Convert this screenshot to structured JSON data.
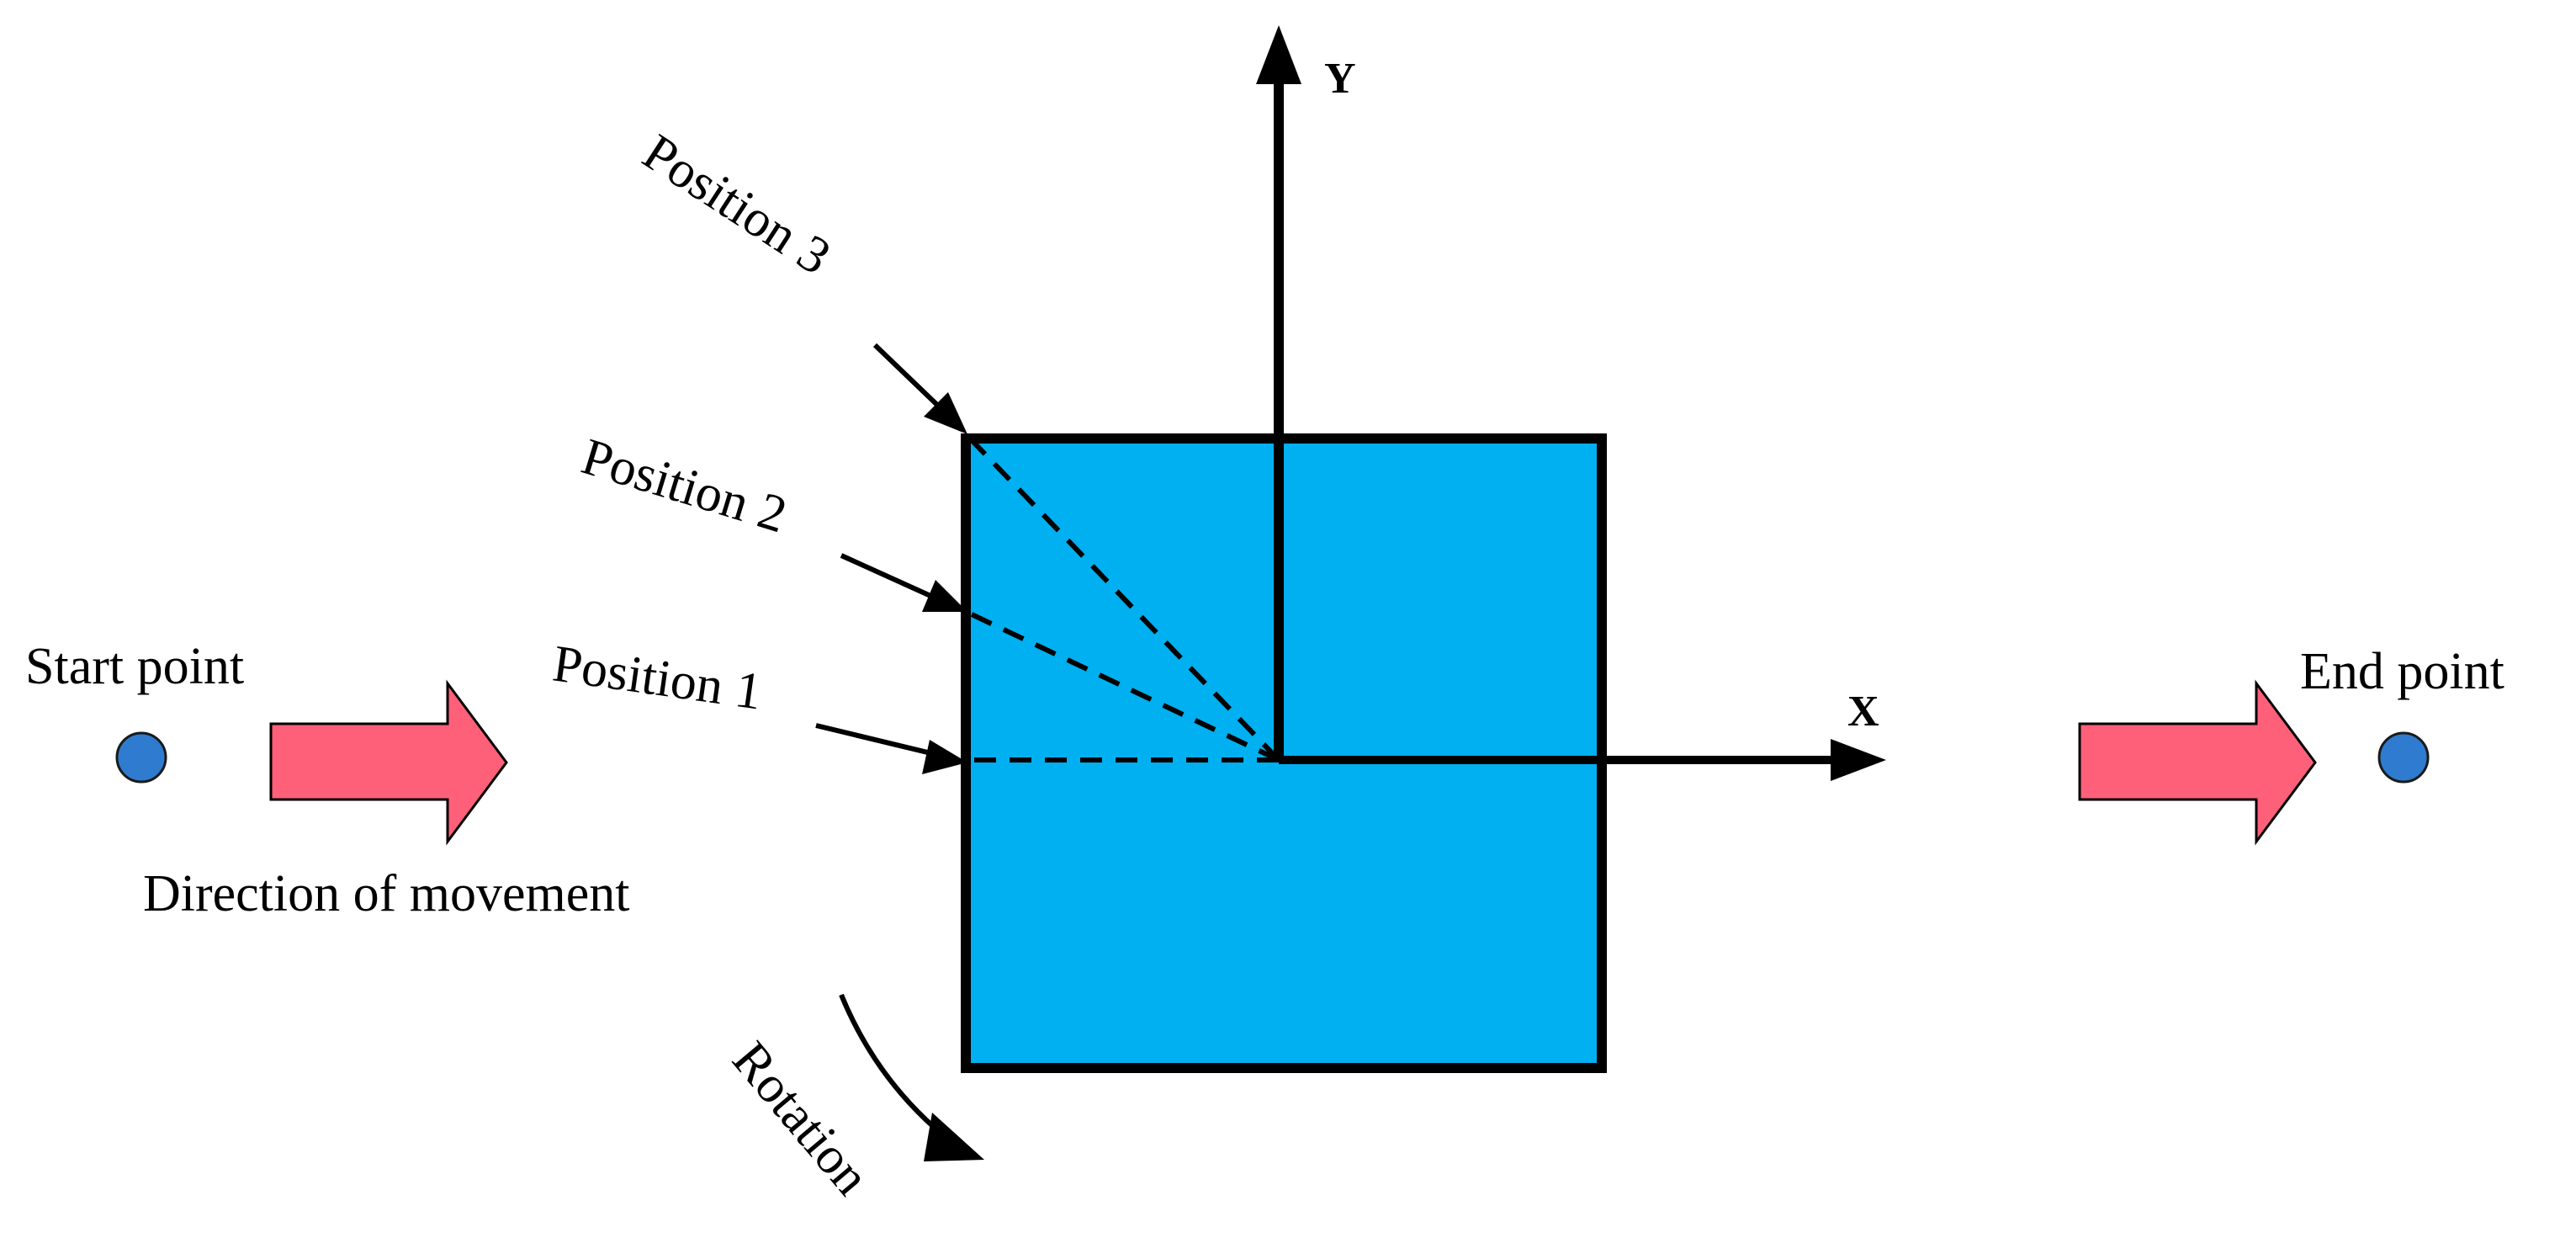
{
  "diagram": {
    "labels": {
      "start_point": "Start point",
      "end_point": "End point",
      "direction": "Direction of movement",
      "rotation": "Rotation",
      "position_1": "Position 1",
      "position_2": "Position 2",
      "position_3": "Position 3",
      "axis_x": "X",
      "axis_y": "Y"
    },
    "colors": {
      "square_fill": "#00B0F0",
      "arrow_fill": "#FF6079",
      "point_fill": "#2E7BCF",
      "stroke": "#000000"
    }
  }
}
